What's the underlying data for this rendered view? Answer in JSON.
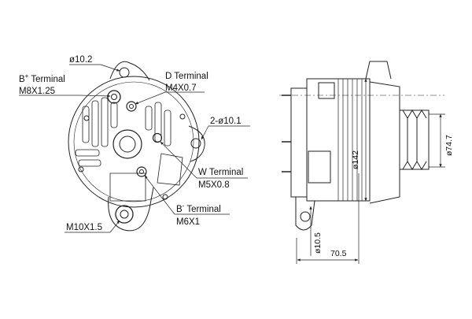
{
  "labels": {
    "mount_hole_top": "ø10.2",
    "b_plus_terminal_name": "B",
    "b_plus_sign": "+",
    "b_plus_terminal_suffix": " Terminal",
    "b_plus_thread": "M8X1.25",
    "d_terminal_name": "D Terminal",
    "d_terminal_thread": "M4X0.7",
    "side_holes": "2-ø10.1",
    "w_terminal_name": "W Terminal",
    "w_terminal_thread": "M5X0.8",
    "b_minus_terminal_name": "B",
    "b_minus_sign": "-",
    "b_minus_terminal_suffix": " Terminal",
    "b_minus_thread": "M6X1",
    "bottom_mount_thread": "M10X1.5"
  },
  "dimensions": {
    "body_diameter": "ø142",
    "pulley_diameter": "ø74.7",
    "bottom_hole_diameter": "ø10.5",
    "flange_to_pulley_length": "70.5"
  },
  "colors": {
    "line": "#222222",
    "background": "#ffffff"
  }
}
